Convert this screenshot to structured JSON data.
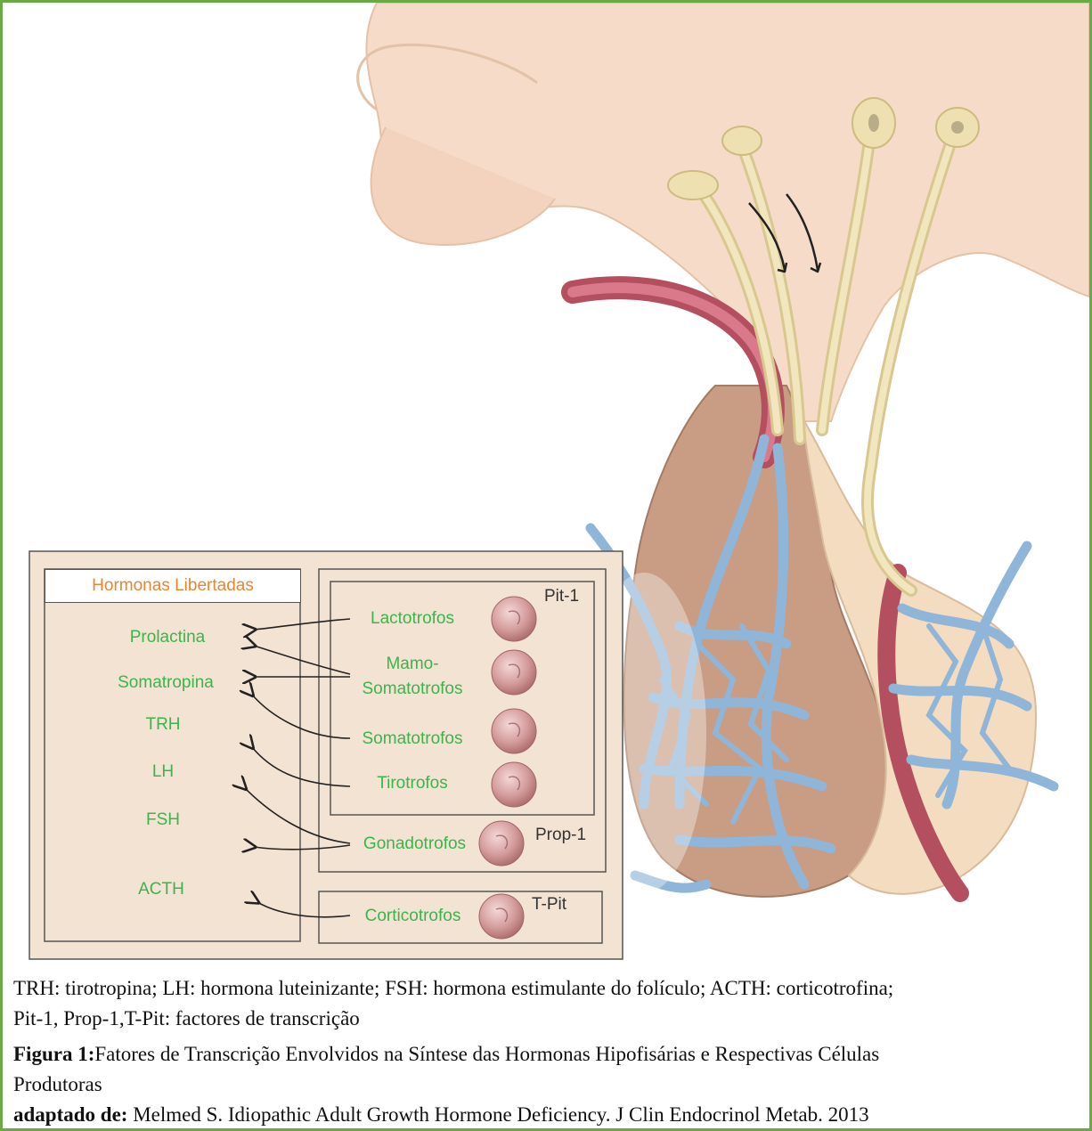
{
  "diagram": {
    "box_title": "Hormonas Libertadas",
    "hormones": [
      "Prolactina",
      "Somatropina",
      "TRH",
      "LH",
      "FSH",
      "ACTH"
    ],
    "cells": {
      "lactotrofos": "Lactotrofos",
      "mamo_line1": "Mamo-",
      "mamo_line2": "Somatotrofos",
      "somatotrofos": "Somatotrofos",
      "tirotrofos": "Tirotrofos",
      "gonadotrofos": "Gonadotrofos",
      "corticotrofos": "Corticotrofos"
    },
    "factors": {
      "pit1": "Pit-1",
      "prop1": "Prop-1",
      "tpit": "T-Pit"
    },
    "colors": {
      "frame": "#6aaa45",
      "label_green": "#3bb54a",
      "title_orange": "#e8862f",
      "panel": "#f3e3d3",
      "vessel_blue": "#8fb6d8",
      "vessel_red": "#c95a6a",
      "neuron": "#eee0b0",
      "tissue": "#f6dcc8"
    }
  },
  "caption": {
    "line1": "TRH: tirotropina; LH: hormona luteinizante; FSH: hormona estimulante do folículo; ACTH: corticotrofina;",
    "line2": "Pit-1, Prop-1,T-Pit: factores de transcrição",
    "fig_label": "Figura 1:",
    "fig_text": "Fatores de Transcrição Envolvidos na Síntese das Hormonas Hipofisárias e Respectivas Células",
    "fig_text2": "Produtoras",
    "source_label": "adaptado de:",
    "source_text": " Melmed S. Idiopathic Adult Growth Hormone Deficiency. J Clin Endocrinol Metab. 2013"
  }
}
